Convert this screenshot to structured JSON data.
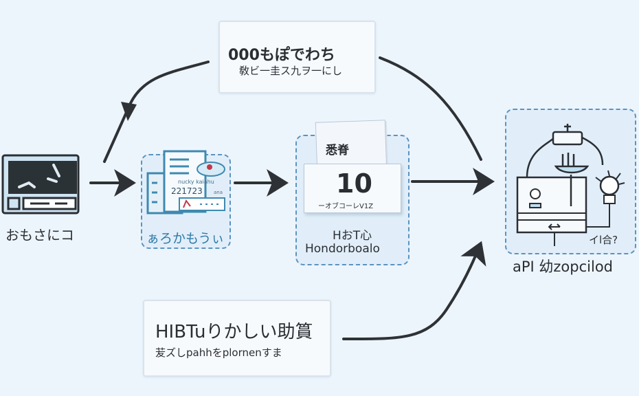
{
  "diagram": {
    "top_note": {
      "title": "000もぽでわち",
      "subtitle": "敎ビ一圭ス九ヲ一にし"
    },
    "bottom_note": {
      "title": "HIBTuりかしい助篔",
      "subtitle": "苃ズしpahhをplornenすま"
    },
    "nodes": [
      {
        "id": "terminal",
        "label": "おもさにコ",
        "icon": "monitor-icon"
      },
      {
        "id": "document",
        "label": "ぁろかもうぃ",
        "icon": "document-icon",
        "doc_header": "nucky kaiahu",
        "doc_number": "221723",
        "doc_small": "ana"
      },
      {
        "id": "dashboard",
        "label_top": "HおT心",
        "label": "Hondorboalo",
        "icon": "stacked-pages-icon",
        "page_title": "悉脊",
        "value": "10",
        "value_caption": "ーオブコーレV1Z"
      },
      {
        "id": "api",
        "label": "aPI 幼zopcilod",
        "icon": "api-machine-icon",
        "inner_label": "イl合?"
      }
    ],
    "colors": {
      "background": "#edf5fc",
      "accent_blue": "#5a93bf",
      "ink": "#2a2e33",
      "red_mark": "#c0394a"
    }
  }
}
